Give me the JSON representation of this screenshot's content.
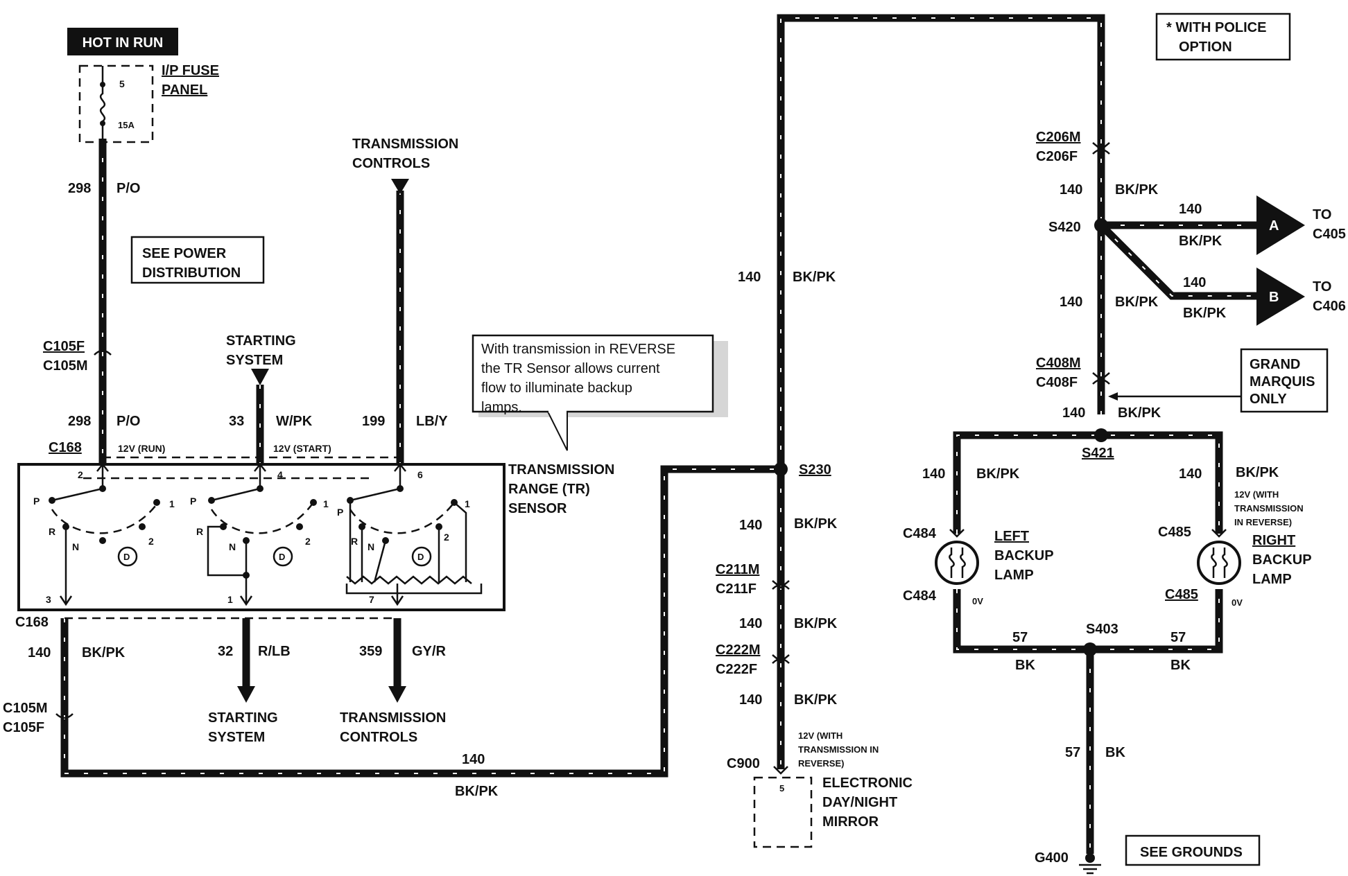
{
  "power": {
    "hot_in_run": "HOT IN RUN",
    "fuse_panel": [
      "I/P FUSE",
      "PANEL"
    ],
    "fuse_number": "5",
    "fuse_rating": "15A",
    "see_power": [
      "SEE POWER",
      "DISTRIBUTION"
    ]
  },
  "police_note": [
    "* WITH POLICE",
    "OPTION"
  ],
  "grand_marquis_note": [
    "GRAND",
    "MARQUIS",
    "ONLY"
  ],
  "see_grounds": "SEE GROUNDS",
  "reverse_note": [
    "With transmission in REVERSE",
    "the TR Sensor allows current",
    "flow    to    illuminate    backup",
    "lamps."
  ],
  "tr_sensor": {
    "title": [
      "TRANSMISSION",
      "RANGE (TR)",
      "SENSOR"
    ],
    "connector": "C168",
    "connector_bottom": "C168",
    "pins_top": [
      "2",
      "4",
      "6"
    ],
    "pins_bottom": [
      "3",
      "1",
      "7"
    ],
    "positions": {
      "p": "P",
      "r": "R",
      "n": "N",
      "d": "D",
      "two": "2",
      "one": "1"
    },
    "voltage_run": "12V (RUN)",
    "voltage_start": "12V (START)"
  },
  "wires": {
    "w298": {
      "circuit": "298",
      "color": "P/O"
    },
    "w298b": {
      "circuit": "298",
      "color": "P/O"
    },
    "w33": {
      "circuit": "33",
      "color": "W/PK"
    },
    "w199": {
      "circuit": "199",
      "color": "LB/Y"
    },
    "w140_bottom_left": {
      "circuit": "140",
      "color": "BK/PK"
    },
    "w32": {
      "circuit": "32",
      "color": "R/LB"
    },
    "w359": {
      "circuit": "359",
      "color": "GY/R"
    },
    "w140_run": {
      "circuit": "140",
      "color": "BK/PK"
    },
    "w140_center_upper": {
      "circuit": "140",
      "color": "BK/PK"
    },
    "w140_center_a": {
      "circuit": "140",
      "color": "BK/PK"
    },
    "w140_center_b": {
      "circuit": "140",
      "color": "BK/PK"
    },
    "w140_center_c": {
      "circuit": "140",
      "color": "BK/PK"
    },
    "w140_right_a": {
      "circuit": "140",
      "color": "BK/PK"
    },
    "w140_right_b": {
      "circuit": "140",
      "color": "BK/PK"
    },
    "w140_right_c": {
      "circuit": "140",
      "color": "BK/PK"
    },
    "w140_to_a": {
      "circuit": "140",
      "color": "BK/PK"
    },
    "w140_to_b": {
      "circuit": "140",
      "color": "BK/PK"
    },
    "w140_left_lamp": {
      "circuit": "140",
      "color": "BK/PK"
    },
    "w140_right_lamp": {
      "circuit": "140",
      "color": "BK/PK"
    },
    "w57_left": {
      "circuit": "57",
      "color": "BK"
    },
    "w57_right": {
      "circuit": "57",
      "color": "BK"
    },
    "w57_ground": {
      "circuit": "57",
      "color": "BK"
    }
  },
  "destinations": {
    "transmission_controls_top": [
      "TRANSMISSION",
      "CONTROLS"
    ],
    "starting_system_top": [
      "STARTING",
      "SYSTEM"
    ],
    "starting_system_bottom": [
      "STARTING",
      "SYSTEM"
    ],
    "transmission_controls_bottom": [
      "TRANSMISSION",
      "CONTROLS"
    ],
    "to_a": {
      "letter": "A",
      "label": [
        "TO",
        "C405"
      ]
    },
    "to_b": {
      "letter": "B",
      "label": [
        "TO",
        "C406"
      ]
    }
  },
  "connectors": {
    "c105_top": [
      "C105F",
      "C105M"
    ],
    "c105_bottom": [
      "C105M",
      "C105F"
    ],
    "c206": [
      "C206M",
      "C206F"
    ],
    "c408": [
      "C408M",
      "C408F"
    ],
    "c211": [
      "C211M",
      "C211F"
    ],
    "c222": [
      "C222M",
      "C222F"
    ],
    "c900": "C900",
    "c484_top": "C484",
    "c484_bottom": "C484",
    "c485_top": "C485",
    "c485_bottom": "C485"
  },
  "splices": {
    "s230": "S230",
    "s420": "S420",
    "s421": "S421",
    "s403": "S403"
  },
  "ground": "G400",
  "mirror": {
    "label": [
      "ELECTRONIC",
      "DAY/NIGHT",
      "MIRROR"
    ],
    "pin": "5",
    "voltage": [
      "12V (WITH",
      "TRANSMISSION IN",
      "REVERSE)"
    ]
  },
  "lamps": {
    "left": [
      "LEFT",
      "BACKUP",
      "LAMP"
    ],
    "right": [
      "RIGHT",
      "BACKUP",
      "LAMP"
    ],
    "right_voltage": [
      "12V (WITH",
      "TRANSMISSION",
      "IN REVERSE)"
    ],
    "left_ov": "0V",
    "right_ov": "0V"
  }
}
